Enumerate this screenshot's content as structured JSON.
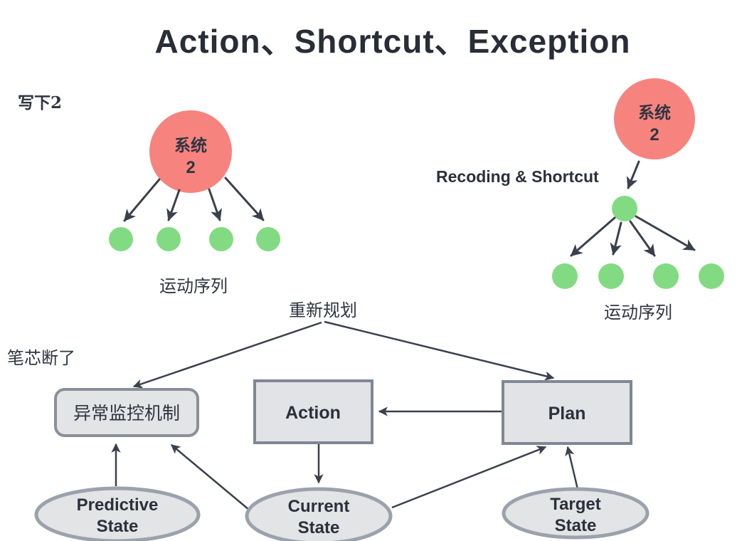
{
  "title": "Action、Shortcut、Exception",
  "colors": {
    "pink": "#F7837F",
    "green": "#82DB82",
    "line": "#3A414C",
    "ink": "#2B303A",
    "box_fill": "#E2E3E6",
    "box_stroke": "#7E8894",
    "rounded_box_stroke": "#8A9098",
    "ellipse_fill": "#E3E4E6",
    "ellipse_stroke": "#9AA2AB"
  },
  "annotations": {
    "top_left_note": "写下2",
    "pen_broken_note": "笔芯断了",
    "replan_label": "重新规划",
    "recoding_label": "Recoding & Shortcut"
  },
  "left_tree": {
    "root": {
      "line1": "系统",
      "line2": "2"
    },
    "caption": "运动序列"
  },
  "right_tree": {
    "root": {
      "line1": "系统",
      "line2": "2"
    },
    "caption": "运动序列"
  },
  "flowchart": {
    "monitor_box": "异常监控机制",
    "action_box": "Action",
    "plan_box": "Plan",
    "predictive_state": {
      "line1": "Predictive",
      "line2": "State"
    },
    "current_state": {
      "line1": "Current",
      "line2": "State"
    },
    "target_state": {
      "line1": "Target",
      "line2": "State"
    }
  }
}
